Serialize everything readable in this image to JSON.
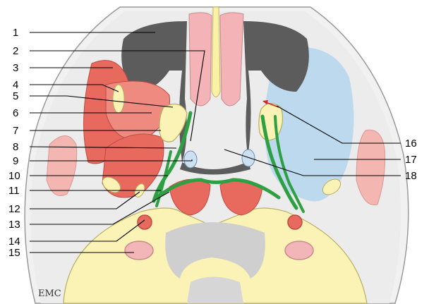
{
  "figure": {
    "left_labels": [
      "1",
      "2",
      "3",
      "4",
      "5",
      "6",
      "7",
      "8",
      "9",
      "10",
      "11",
      "12",
      "13",
      "14",
      "15"
    ],
    "right_labels": [
      "16",
      "17",
      "18"
    ],
    "signature": "EMC"
  },
  "colors": {
    "background": "#ffffff",
    "head_outline": "#e9e9e9",
    "airway_dark": "#5b5b5b",
    "muscle_red": "#e8695e",
    "muscle_light": "#f4b6b1",
    "mucosa_pink": "#f2b5b8",
    "cartilage_yellow": "#fbf3b5",
    "fascia_green": "#2ea043",
    "vessel_blue": "#cce0f2",
    "space_blue": "#bfdcef",
    "arrow_red": "#e02020"
  }
}
